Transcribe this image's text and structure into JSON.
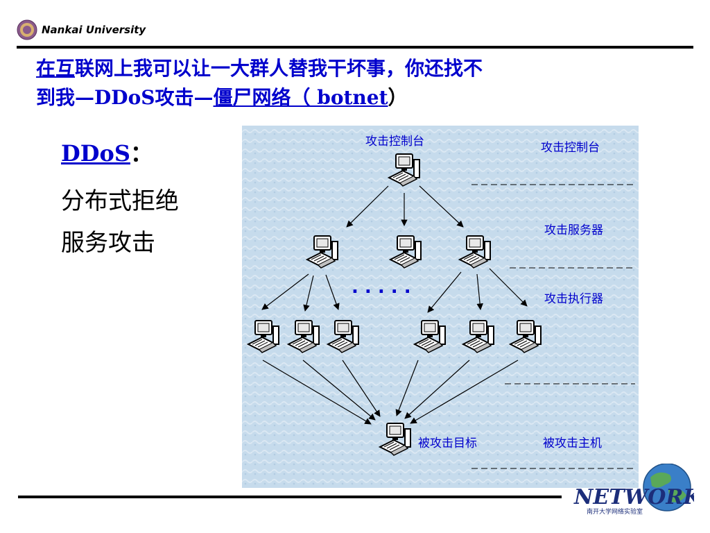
{
  "header": {
    "university": "Nankai University"
  },
  "title": {
    "line1_underlined": "在互",
    "line1_rest": "联网上我可以让一大群人替我干坏事，你还找不",
    "line2_prefix": "到我",
    "line2_dash1": "—",
    "line2_ddos": "DDoS",
    "line2_attack": "攻击",
    "line2_dash2": "—",
    "line2_zombie": "僵尸网络（ botnet",
    "line2_close": "）"
  },
  "left": {
    "ddos": "DDoS",
    "colon": "：",
    "line1": "分布式拒绝",
    "line2": "服务攻击"
  },
  "diagram": {
    "console_top": "攻击控制台",
    "label_console": "攻击控制台",
    "label_server": "攻击服务器",
    "label_executor": "攻击执行器",
    "label_target": "被攻击目标",
    "label_host": "被攻击主机",
    "dots": ". . . . ."
  },
  "footer_logo": {
    "brand": "NETWORK",
    "sub": "南开大学网络实验室"
  },
  "colors": {
    "title": "#0000cc",
    "diagram_bg": "#c8dcee"
  }
}
